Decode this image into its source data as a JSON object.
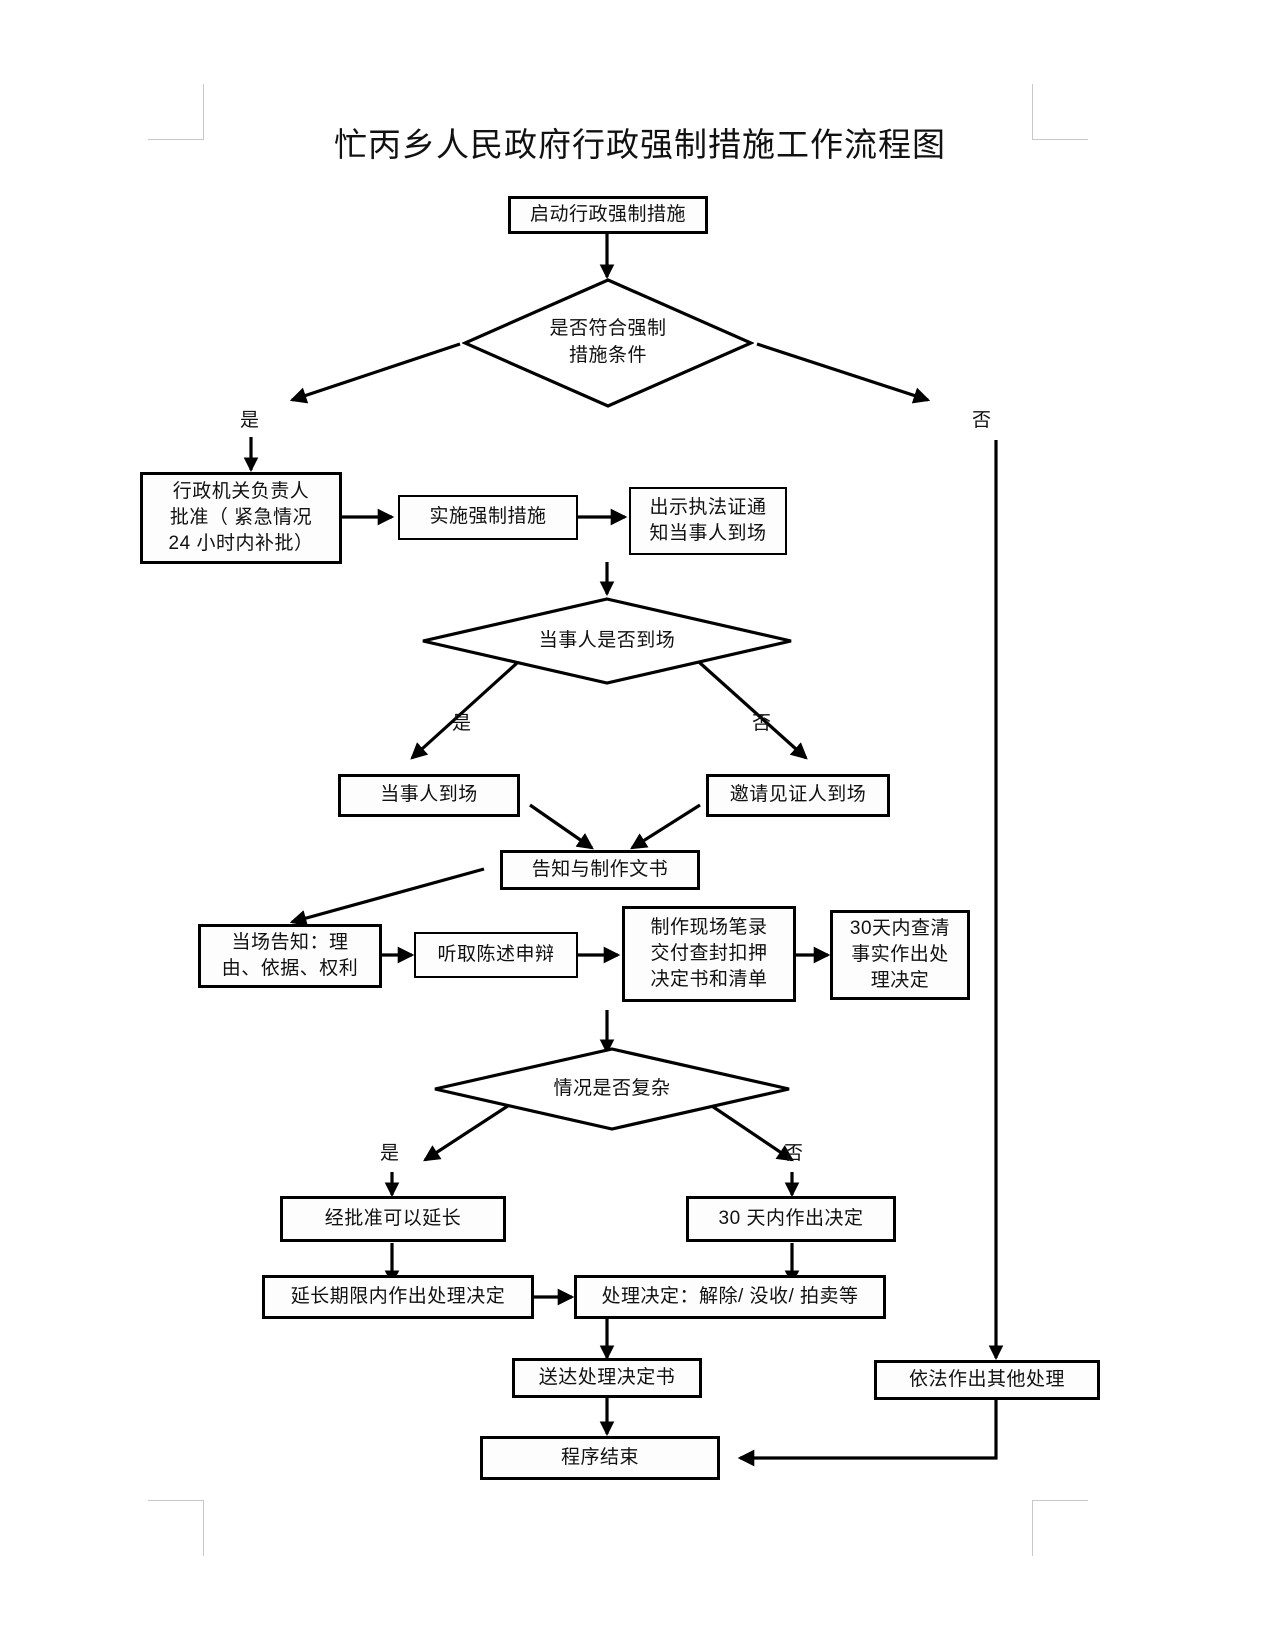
{
  "document": {
    "title": "忙丙乡人民政府行政强制措施工作流程图",
    "type": "flowchart",
    "page_size": "1280x1638",
    "has_crop_marks": true
  },
  "nodes": {
    "start": "启动行政强制措施",
    "decision_conditions": "是否符合强制\n措施条件",
    "approval": "行政机关负责人\n批准（ 紧急情况\n24 小时内补批）",
    "implement": "实施强制措施",
    "show_credential": "出示执法证通\n知当事人到场",
    "decision_party_present": "当事人是否到场",
    "party_present": "当事人到场",
    "invite_witness": "邀请见证人到场",
    "inform_and_documents": "告知与制作文书",
    "onsite_inform": "当场告知：理\n由、依据、权利",
    "hear_statement": "听取陈述申辩",
    "make_records": "制作现场笔录\n交付查封扣押\n决定书和清单",
    "thirty_day_investigate": "30天内查清\n事实作出处\n理决定",
    "decision_complex": "情况是否复杂",
    "extension_approved": "经批准可以延长",
    "decide_in_30_days": "30 天内作出决定",
    "decide_in_extension": "延长期限内作出处理决定",
    "handling_decision": "处理决定：解除/ 没收/ 拍卖等",
    "serve_decision": "送达处理决定书",
    "other_handling": "依法作出其他处理",
    "end": "程序结束"
  },
  "branch_labels": {
    "conditions_yes": "是",
    "conditions_no": "否",
    "present_yes": "是",
    "present_no": "否",
    "complex_yes": "是",
    "complex_no": "否"
  },
  "edges": [
    {
      "from": "start",
      "to": "decision_conditions",
      "label": ""
    },
    {
      "from": "decision_conditions",
      "to": "approval",
      "label": "是"
    },
    {
      "from": "decision_conditions",
      "to": "other_handling",
      "label": "否"
    },
    {
      "from": "approval",
      "to": "implement",
      "label": ""
    },
    {
      "from": "implement",
      "to": "show_credential",
      "label": ""
    },
    {
      "from": "show_credential",
      "to": "decision_party_present",
      "label": ""
    },
    {
      "from": "decision_party_present",
      "to": "party_present",
      "label": "是"
    },
    {
      "from": "decision_party_present",
      "to": "invite_witness",
      "label": "否"
    },
    {
      "from": "party_present",
      "to": "inform_and_documents",
      "label": ""
    },
    {
      "from": "invite_witness",
      "to": "inform_and_documents",
      "label": ""
    },
    {
      "from": "inform_and_documents",
      "to": "onsite_inform",
      "label": ""
    },
    {
      "from": "onsite_inform",
      "to": "hear_statement",
      "label": ""
    },
    {
      "from": "hear_statement",
      "to": "make_records",
      "label": ""
    },
    {
      "from": "make_records",
      "to": "thirty_day_investigate",
      "label": ""
    },
    {
      "from": "make_records",
      "to": "decision_complex",
      "label": ""
    },
    {
      "from": "decision_complex",
      "to": "extension_approved",
      "label": "是"
    },
    {
      "from": "decision_complex",
      "to": "decide_in_30_days",
      "label": "否"
    },
    {
      "from": "extension_approved",
      "to": "decide_in_extension",
      "label": ""
    },
    {
      "from": "decide_in_30_days",
      "to": "handling_decision",
      "label": ""
    },
    {
      "from": "decide_in_extension",
      "to": "handling_decision",
      "label": ""
    },
    {
      "from": "handling_decision",
      "to": "serve_decision",
      "label": ""
    },
    {
      "from": "serve_decision",
      "to": "end",
      "label": ""
    },
    {
      "from": "other_handling",
      "to": "end",
      "label": ""
    }
  ],
  "colors": {
    "stroke": "#000000",
    "background": "#ffffff",
    "node_fill": "#fdfdfd",
    "text": "#111111",
    "crop_mark": "#c9c9c9"
  }
}
